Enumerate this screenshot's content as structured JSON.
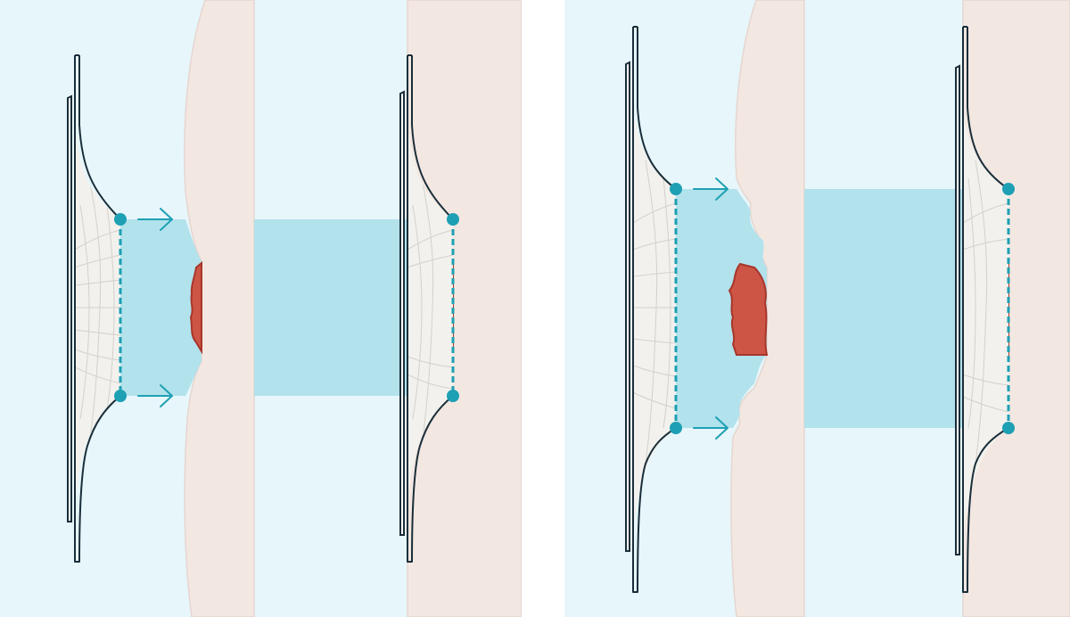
{
  "colors": {
    "background": "#ffffff",
    "fluid_light": "#e7f6fa",
    "fluid": "#b2e2ec",
    "skin": "#f3e7e2",
    "skin_edge": "#e5d6d0",
    "wound": "#cc5545",
    "wound_dark": "#a8362b",
    "adhesive": "#f2f1ed",
    "adhesive_lines": "#d3d1cc",
    "outline": "#1a2e3a",
    "teal": "#1ea0b4"
  },
  "icons": [
    "seal-point-icon",
    "arrow-right-icon"
  ],
  "panels": [
    {
      "name": "panel-left",
      "ring": "moderate"
    },
    {
      "name": "panel-right",
      "ring": "wide"
    }
  ]
}
